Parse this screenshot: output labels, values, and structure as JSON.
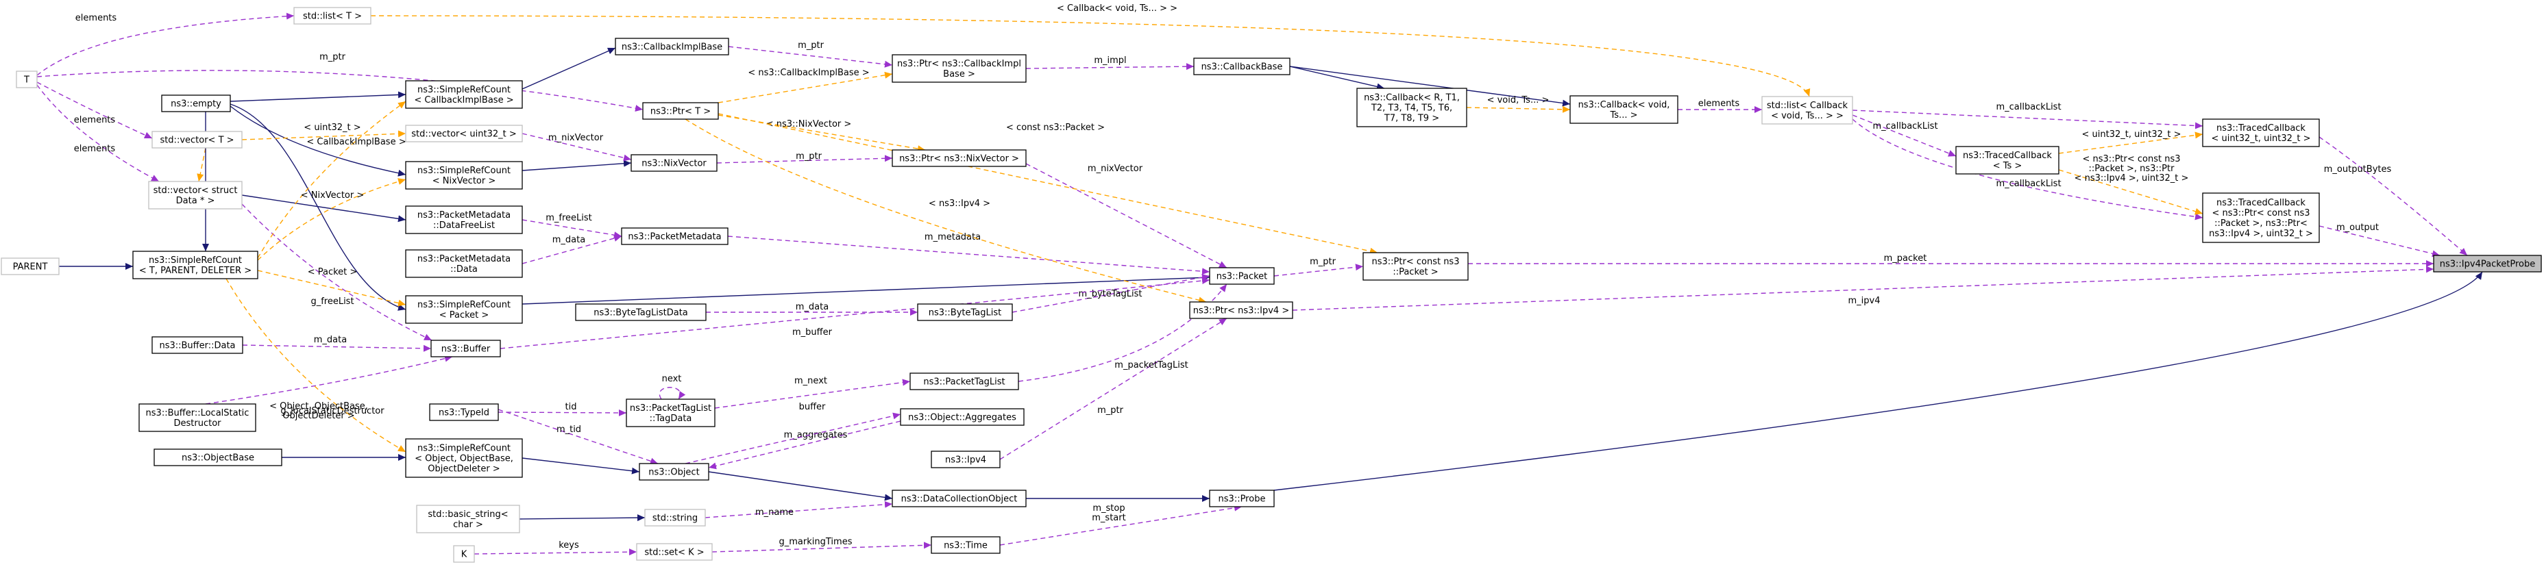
{
  "colors": {
    "inheritance": "#191970",
    "usage": "#9a32cd",
    "template": "#ffa500",
    "highlight_fill": "#bfbfbf",
    "template_border": "#bfbfbf"
  },
  "nodes": [
    {
      "id": "ipv4probe",
      "lines": [
        "ns3::Ipv4PacketProbe"
      ],
      "kind": "highlight"
    },
    {
      "id": "probe",
      "lines": [
        "ns3::Probe"
      ],
      "kind": "class"
    },
    {
      "id": "dco",
      "lines": [
        "ns3::DataCollectionObject"
      ],
      "kind": "class"
    },
    {
      "id": "object",
      "lines": [
        "ns3::Object"
      ],
      "kind": "class"
    },
    {
      "id": "srcObj",
      "lines": [
        "ns3::SimpleRefCount",
        "< Object, ObjectBase,",
        "ObjectDeleter >"
      ],
      "kind": "class"
    },
    {
      "id": "objectbase",
      "lines": [
        "ns3::ObjectBase"
      ],
      "kind": "class"
    },
    {
      "id": "typeid",
      "lines": [
        "ns3::TypeId"
      ],
      "kind": "class"
    },
    {
      "id": "ptlTagData",
      "lines": [
        "ns3::PacketTagList",
        "::TagData"
      ],
      "kind": "class"
    },
    {
      "id": "aggregates",
      "lines": [
        "ns3::Object::Aggregates"
      ],
      "kind": "class"
    },
    {
      "id": "ipv4",
      "lines": [
        "ns3::Ipv4"
      ],
      "kind": "class"
    },
    {
      "id": "time",
      "lines": [
        "ns3::Time"
      ],
      "kind": "class"
    },
    {
      "id": "stdstring",
      "lines": [
        "std::string"
      ],
      "kind": "template"
    },
    {
      "id": "basicstring",
      "lines": [
        "std::basic_string<",
        "char >"
      ],
      "kind": "template"
    },
    {
      "id": "stdsetK",
      "lines": [
        "std::set< K >"
      ],
      "kind": "template"
    },
    {
      "id": "K",
      "lines": [
        "K"
      ],
      "kind": "template"
    },
    {
      "id": "packetTagList",
      "lines": [
        "ns3::PacketTagList"
      ],
      "kind": "class"
    },
    {
      "id": "packet",
      "lines": [
        "ns3::Packet"
      ],
      "kind": "class"
    },
    {
      "id": "ptrPacket",
      "lines": [
        "ns3::Ptr< const ns3",
        "::Packet >"
      ],
      "kind": "class"
    },
    {
      "id": "ptrIpv4",
      "lines": [
        "ns3::Ptr< ns3::Ipv4 >"
      ],
      "kind": "class"
    },
    {
      "id": "byteTagList",
      "lines": [
        "ns3::ByteTagList"
      ],
      "kind": "class"
    },
    {
      "id": "byteTagListData",
      "lines": [
        "ns3::ByteTagListData"
      ],
      "kind": "class"
    },
    {
      "id": "buffer",
      "lines": [
        "ns3::Buffer"
      ],
      "kind": "class"
    },
    {
      "id": "bufferData",
      "lines": [
        "ns3::Buffer::Data"
      ],
      "kind": "class"
    },
    {
      "id": "bufferLSD",
      "lines": [
        "ns3::Buffer::LocalStatic",
        "Destructor"
      ],
      "kind": "class"
    },
    {
      "id": "srcPacket",
      "lines": [
        "ns3::SimpleRefCount",
        "< Packet >"
      ],
      "kind": "class"
    },
    {
      "id": "pmData",
      "lines": [
        "ns3::PacketMetadata",
        "::Data"
      ],
      "kind": "class"
    },
    {
      "id": "pmDFL",
      "lines": [
        "ns3::PacketMetadata",
        "::DataFreeList"
      ],
      "kind": "class"
    },
    {
      "id": "packetMetadata",
      "lines": [
        "ns3::PacketMetadata"
      ],
      "kind": "class"
    },
    {
      "id": "srcNixVector",
      "lines": [
        "ns3::SimpleRefCount",
        "< NixVector >"
      ],
      "kind": "class"
    },
    {
      "id": "nixVector",
      "lines": [
        "ns3::NixVector"
      ],
      "kind": "class"
    },
    {
      "id": "ptrNixVector",
      "lines": [
        "ns3::Ptr< ns3::NixVector >"
      ],
      "kind": "class"
    },
    {
      "id": "stdvecU32",
      "lines": [
        "std::vector< uint32_t >"
      ],
      "kind": "template"
    },
    {
      "id": "srcTPD",
      "lines": [
        "ns3::SimpleRefCount",
        "< T, PARENT, DELETER >"
      ],
      "kind": "class"
    },
    {
      "id": "PARENT",
      "lines": [
        "PARENT"
      ],
      "kind": "template"
    },
    {
      "id": "stdvecStruct",
      "lines": [
        "std::vector< struct",
        "Data * >"
      ],
      "kind": "template"
    },
    {
      "id": "stdvecT",
      "lines": [
        "std::vector< T >"
      ],
      "kind": "template"
    },
    {
      "id": "empty",
      "lines": [
        "ns3::empty"
      ],
      "kind": "class"
    },
    {
      "id": "T",
      "lines": [
        "T"
      ],
      "kind": "template"
    },
    {
      "id": "stdlistT",
      "lines": [
        "std::list< T >"
      ],
      "kind": "template"
    },
    {
      "id": "srcCBI",
      "lines": [
        "ns3::SimpleRefCount",
        "< CallbackImplBase >"
      ],
      "kind": "class"
    },
    {
      "id": "cbImplBase",
      "lines": [
        "ns3::CallbackImplBase"
      ],
      "kind": "class"
    },
    {
      "id": "ptrT",
      "lines": [
        "ns3::Ptr< T >"
      ],
      "kind": "class"
    },
    {
      "id": "ptrCBI",
      "lines": [
        "ns3::Ptr< ns3::CallbackImpl",
        "Base >"
      ],
      "kind": "class"
    },
    {
      "id": "cbBase",
      "lines": [
        "ns3::CallbackBase"
      ],
      "kind": "class"
    },
    {
      "id": "cbRT",
      "lines": [
        "ns3::Callback< R, T1,",
        "T2, T3, T4, T5, T6,",
        "T7, T8, T9 >"
      ],
      "kind": "class"
    },
    {
      "id": "cbVoidTs",
      "lines": [
        "ns3::Callback< void,",
        "Ts... >"
      ],
      "kind": "class"
    },
    {
      "id": "stdlistCb",
      "lines": [
        "std::list< Callback",
        "< void, Ts... > >"
      ],
      "kind": "template"
    },
    {
      "id": "tcU32",
      "lines": [
        "ns3::TracedCallback",
        "< uint32_t, uint32_t >"
      ],
      "kind": "class"
    },
    {
      "id": "tcTs",
      "lines": [
        "ns3::TracedCallback",
        "< Ts >"
      ],
      "kind": "class"
    },
    {
      "id": "tcPtr",
      "lines": [
        "ns3::TracedCallback",
        "< ns3::Ptr< const ns3",
        "::Packet >, ns3::Ptr<",
        "ns3::Ipv4 >, uint32_t >"
      ],
      "kind": "class"
    }
  ],
  "edges": [
    {
      "from": "probe",
      "to": "ipv4probe",
      "type": "inh",
      "lines": []
    },
    {
      "from": "dco",
      "to": "probe",
      "type": "inh",
      "lines": []
    },
    {
      "from": "object",
      "to": "dco",
      "type": "inh",
      "lines": []
    },
    {
      "from": "srcObj",
      "to": "object",
      "type": "inh",
      "lines": []
    },
    {
      "from": "objectbase",
      "to": "srcObj",
      "type": "inh",
      "lines": []
    },
    {
      "from": "PARENT",
      "to": "srcTPD",
      "type": "inh",
      "lines": []
    },
    {
      "from": "srcPacket",
      "to": "packet",
      "type": "inh",
      "lines": []
    },
    {
      "from": "srcNixVector",
      "to": "nixVector",
      "type": "inh",
      "lines": []
    },
    {
      "from": "empty",
      "to": "srcCBI",
      "type": "inh",
      "lines": []
    },
    {
      "from": "srcCBI",
      "to": "cbImplBase",
      "type": "inh",
      "lines": []
    },
    {
      "from": "empty",
      "to": "srcPacket",
      "type": "inh",
      "lines": []
    },
    {
      "from": "empty",
      "to": "srcNixVector",
      "type": "inh",
      "lines": []
    },
    {
      "from": "cbBase",
      "to": "cbRT",
      "type": "inh",
      "lines": []
    },
    {
      "from": "cbBase",
      "to": "cbVoidTs",
      "type": "inh",
      "lines": []
    },
    {
      "from": "tcU32",
      "to": "ipv4probe",
      "type": "use",
      "lines": [
        "m_outputBytes"
      ]
    },
    {
      "from": "tcPtr",
      "to": "ipv4probe",
      "type": "use",
      "lines": [
        "m_output"
      ]
    },
    {
      "from": "ptrPacket",
      "to": "ipv4probe",
      "type": "use",
      "lines": [
        "m_packet"
      ]
    },
    {
      "from": "ptrIpv4",
      "to": "ipv4probe",
      "type": "use",
      "lines": [
        "m_ipv4"
      ]
    },
    {
      "from": "time",
      "to": "probe",
      "type": "use",
      "lines": [
        "m_stop",
        "m_start"
      ]
    },
    {
      "from": "stdstring",
      "to": "dco",
      "type": "use",
      "lines": [
        "m_name"
      ]
    },
    {
      "from": "basicstring",
      "to": "stdstring",
      "type": "inh",
      "lines": []
    },
    {
      "from": "K",
      "to": "stdsetK",
      "type": "use",
      "lines": [
        "keys"
      ]
    },
    {
      "from": "stdsetK",
      "to": "time",
      "type": "use",
      "lines": [
        "g_markingTimes"
      ]
    },
    {
      "from": "typeid",
      "to": "object",
      "type": "use",
      "lines": [
        "m_tid"
      ]
    },
    {
      "from": "aggregates",
      "to": "object",
      "type": "use",
      "lines": [
        "m_aggregates"
      ]
    },
    {
      "from": "object",
      "to": "aggregates",
      "type": "use",
      "lines": [
        "buffer"
      ]
    },
    {
      "from": "ipv4",
      "to": "ptrIpv4",
      "type": "use",
      "lines": [
        "m_ptr"
      ]
    },
    {
      "from": "ptlTagData",
      "to": "ptlTagData",
      "type": "use",
      "lines": [
        "next"
      ]
    },
    {
      "from": "typeid",
      "to": "ptlTagData",
      "type": "use",
      "lines": [
        "tid"
      ]
    },
    {
      "from": "ptlTagData",
      "to": "packetTagList",
      "type": "use",
      "lines": [
        "m_next"
      ]
    },
    {
      "from": "packetTagList",
      "to": "packet",
      "type": "use",
      "lines": [
        "m_packetTagList"
      ]
    },
    {
      "from": "packet",
      "to": "ptrPacket",
      "type": "use",
      "lines": [
        "m_ptr"
      ]
    },
    {
      "from": "byteTagList",
      "to": "packet",
      "type": "use",
      "lines": [
        "m_byteTagList"
      ]
    },
    {
      "from": "byteTagListData",
      "to": "byteTagList",
      "type": "use",
      "lines": [
        "m_data"
      ]
    },
    {
      "from": "buffer",
      "to": "packet",
      "type": "use",
      "lines": [
        "m_buffer"
      ]
    },
    {
      "from": "bufferData",
      "to": "buffer",
      "type": "use",
      "lines": [
        "m_data"
      ]
    },
    {
      "from": "bufferLSD",
      "to": "buffer",
      "type": "use",
      "lines": [
        "g_localStaticDestructor"
      ]
    },
    {
      "from": "pmData",
      "to": "packetMetadata",
      "type": "use",
      "lines": [
        "m_data"
      ]
    },
    {
      "from": "pmDFL",
      "to": "packetMetadata",
      "type": "use",
      "lines": [
        "m_freeList"
      ]
    },
    {
      "from": "packetMetadata",
      "to": "packet",
      "type": "use",
      "lines": [
        "m_metadata"
      ]
    },
    {
      "from": "ptrNixVector",
      "to": "packet",
      "type": "use",
      "lines": [
        "m_nixVector"
      ]
    },
    {
      "from": "nixVector",
      "to": "ptrNixVector",
      "type": "use",
      "lines": [
        "m_ptr"
      ]
    },
    {
      "from": "stdvecU32",
      "to": "nixVector",
      "type": "use",
      "lines": [
        "m_nixVector"
      ]
    },
    {
      "from": "stdvecStruct",
      "to": "pmDFL",
      "type": "inh",
      "lines": []
    },
    {
      "from": "stdvecStruct",
      "to": "pmDFL",
      "type": "use",
      "lines": [
        "g_freeList"
      ]
    },
    {
      "from": "T",
      "to": "stdvecT",
      "type": "use",
      "lines": [
        "elements"
      ]
    },
    {
      "from": "T",
      "to": "stdlistT",
      "type": "use",
      "lines": [
        "elements"
      ]
    },
    {
      "from": "T",
      "to": "stdvecStruct",
      "type": "use",
      "lines": [
        "elements"
      ]
    },
    {
      "from": "T",
      "to": "ptrT",
      "type": "use",
      "lines": [
        "m_ptr"
      ]
    },
    {
      "from": "cbImplBase",
      "to": "ptrCBI",
      "type": "use",
      "lines": [
        "m_ptr"
      ]
    },
    {
      "from": "ptrCBI",
      "to": "cbBase",
      "type": "use",
      "lines": [
        "m_impl"
      ]
    },
    {
      "from": "cbVoidTs",
      "to": "stdlistCb",
      "type": "use",
      "lines": [
        "elements"
      ]
    },
    {
      "from": "stdlistCb",
      "to": "tcU32",
      "type": "use",
      "lines": [
        "m_callbackList"
      ]
    },
    {
      "from": "stdlistCb",
      "to": "tcTs",
      "type": "use",
      "lines": [
        "m_callbackList"
      ]
    },
    {
      "from": "stdlistCb",
      "to": "tcPtr",
      "type": "use",
      "lines": [
        "m_callbackList"
      ]
    },
    {
      "from": "stdlistT",
      "to": "stdlistCb",
      "type": "tpl",
      "lines": [
        "< Callback< void, Ts... > >"
      ]
    },
    {
      "from": "stdvecT",
      "to": "stdvecU32",
      "type": "tpl",
      "lines": [
        "< uint32_t >"
      ]
    },
    {
      "from": "stdvecT",
      "to": "stdvecStruct",
      "type": "tpl",
      "lines": []
    },
    {
      "from": "ptrT",
      "to": "ptrCBI",
      "type": "tpl",
      "lines": [
        "< ns3::CallbackImplBase >"
      ]
    },
    {
      "from": "ptrT",
      "to": "ptrNixVector",
      "type": "tpl",
      "lines": [
        "< ns3::NixVector >"
      ]
    },
    {
      "from": "ptrT",
      "to": "ptrPacket",
      "type": "tpl",
      "lines": [
        "< const ns3::Packet >"
      ]
    },
    {
      "from": "ptrT",
      "to": "ptrIpv4",
      "type": "tpl",
      "lines": [
        "< ns3::Ipv4 >"
      ]
    },
    {
      "from": "cbRT",
      "to": "cbVoidTs",
      "type": "tpl",
      "lines": [
        "< void, Ts... >"
      ]
    },
    {
      "from": "tcTs",
      "to": "tcU32",
      "type": "tpl",
      "lines": [
        "< uint32_t, uint32_t >"
      ]
    },
    {
      "from": "tcTs",
      "to": "tcPtr",
      "type": "tpl",
      "lines": [
        "< ns3::Ptr< const ns3",
        "::Packet >, ns3::Ptr",
        "< ns3::Ipv4 >, uint32_t >"
      ]
    },
    {
      "from": "srcTPD",
      "to": "srcCBI",
      "type": "tpl",
      "lines": [
        "< CallbackImplBase >"
      ]
    },
    {
      "from": "srcTPD",
      "to": "srcNixVector",
      "type": "tpl",
      "lines": [
        "< NixVector >"
      ]
    },
    {
      "from": "srcTPD",
      "to": "srcPacket",
      "type": "tpl",
      "lines": [
        "< Packet >"
      ]
    },
    {
      "from": "srcTPD",
      "to": "srcObj",
      "type": "tpl",
      "lines": [
        "< Object, ObjectBase,",
        "ObjectDeleter >"
      ]
    },
    {
      "from": "empty",
      "to": "srcTPD",
      "type": "inh",
      "lines": []
    }
  ]
}
